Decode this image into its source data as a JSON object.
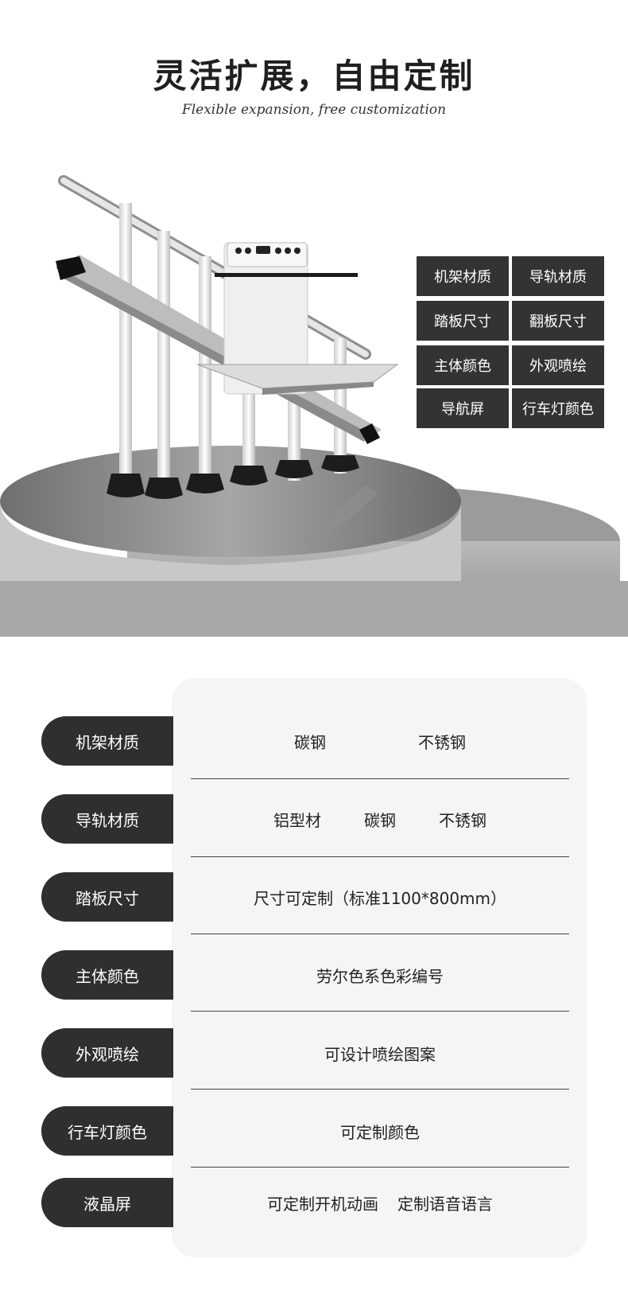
{
  "header": {
    "title": "灵活扩展，自由定制",
    "subtitle": "Flexible expansion, free customization"
  },
  "hero_tags": [
    "机架材质",
    "导轨材质",
    "踏板尺寸",
    "翻板尺寸",
    "主体颜色",
    "外观喷绘",
    "导航屏",
    "行车灯颜色"
  ],
  "spec_rows": [
    {
      "label": "机架材质",
      "values": [
        "碳钢",
        "不锈钢"
      ]
    },
    {
      "label": "导轨材质",
      "values": [
        "铝型材",
        "碳钢",
        "不锈钢"
      ]
    },
    {
      "label": "踏板尺寸",
      "values": [
        "尺寸可定制（标准1100*800mm）"
      ]
    },
    {
      "label": "主体颜色",
      "values": [
        "劳尔色系色彩编号"
      ]
    },
    {
      "label": "外观喷绘",
      "values": [
        "可设计喷绘图案"
      ]
    },
    {
      "label": "行车灯颜色",
      "values": [
        "可定制颜色"
      ]
    },
    {
      "label": "液晶屏",
      "values": [
        "可定制开机动画",
        "定制语音语言"
      ]
    }
  ],
  "colors": {
    "tag_bg": "#333333",
    "pill_bg": "#2f2f2f",
    "panel_bg": "#f5f5f5"
  }
}
